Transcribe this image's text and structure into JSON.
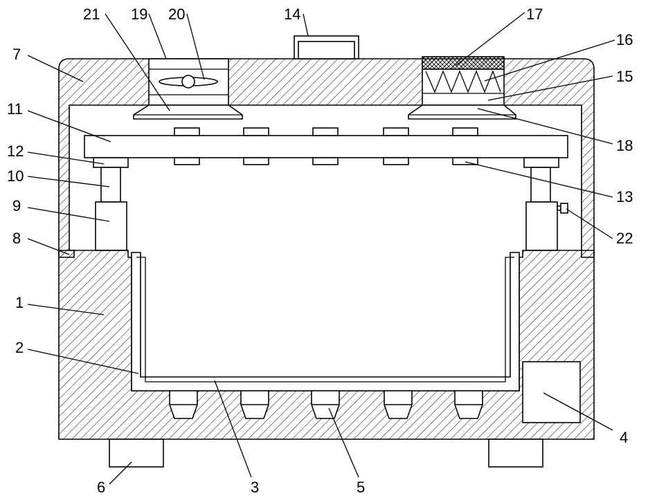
{
  "figure": {
    "type": "patent mechanical cross-section drawing",
    "labels": [
      "1",
      "2",
      "3",
      "4",
      "5",
      "6",
      "7",
      "8",
      "9",
      "10",
      "11",
      "12",
      "13",
      "14",
      "15",
      "16",
      "17",
      "18",
      "19",
      "20",
      "21",
      "22"
    ]
  },
  "colors": {
    "line": "#000000",
    "background": "#ffffff"
  }
}
